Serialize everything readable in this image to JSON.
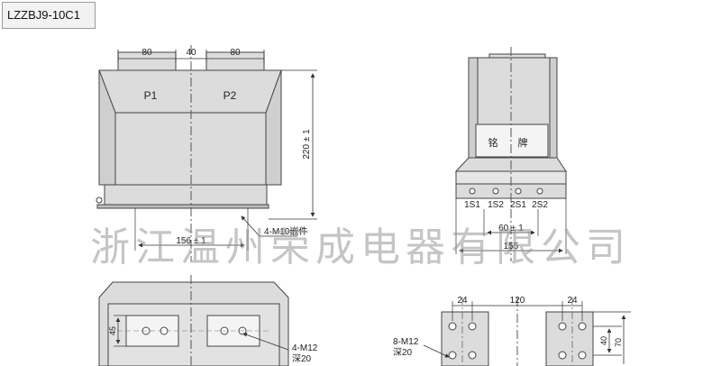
{
  "model": "LZZBJ9-10C1",
  "watermark": "浙江温州荣成电器有限公司",
  "colors": {
    "body_fill": "#dcdcdc",
    "line": "#444444",
    "watermark": "#969696"
  },
  "front_view": {
    "terminal_p1": "P1",
    "terminal_p2": "P2",
    "dim_left_width": "80",
    "dim_gap": "40",
    "dim_right_width": "80",
    "dim_height": "220 ± 1",
    "dim_mount_spacing": "156 ± 1",
    "insert_note": "4-M10嵌件"
  },
  "side_view": {
    "nameplate_char1": "铭",
    "nameplate_char2": "牌",
    "terminals": [
      "1S1",
      "1S2",
      "2S1",
      "2S2"
    ],
    "dim_inner_spacing": "60 ± 1",
    "dim_base_width": "155"
  },
  "bottom_view": {
    "dim_45": "45",
    "hole_note_line1": "4-M12",
    "hole_note_line2": "深20"
  },
  "bottom_right_view": {
    "dim_24_left": "24",
    "dim_120": "120",
    "dim_24_right": "24",
    "dim_40": "40",
    "dim_70": "70",
    "hole_note_line1": "8-M12",
    "hole_note_line2": "深20"
  }
}
